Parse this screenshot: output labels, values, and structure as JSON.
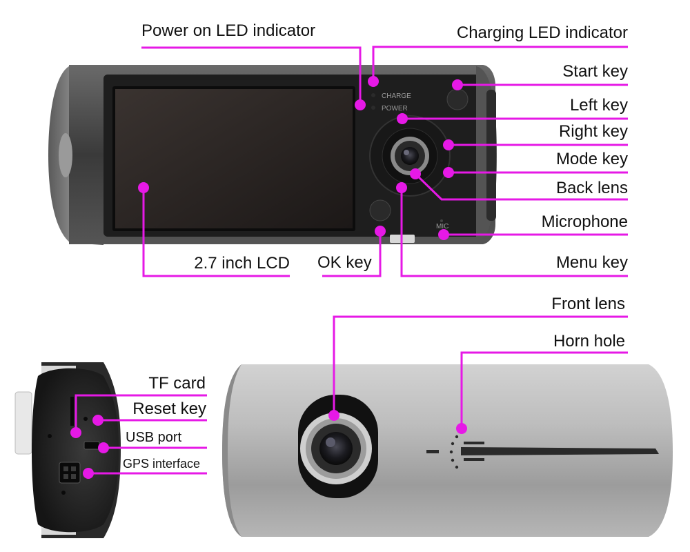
{
  "accent_color": "#e619e6",
  "top_view": {
    "labels": {
      "power_led": "Power on LED indicator",
      "charging_led": "Charging LED indicator",
      "start_key": "Start key",
      "left_key": "Left key",
      "right_key": "Right key",
      "mode_key": "Mode key",
      "back_lens": "Back lens",
      "microphone": "Microphone",
      "lcd": "2.7 inch LCD",
      "ok_key": "OK key",
      "menu_key": "Menu key"
    },
    "printed_text": {
      "charge": "CHARGE",
      "power": "POWER",
      "mic": "MIC"
    }
  },
  "bottom_views": {
    "side_labels": {
      "tf_card": "TF card",
      "reset_key": "Reset key",
      "usb_port": "USB port",
      "gps_interface": "GPS interface"
    },
    "front_labels": {
      "front_lens": "Front lens",
      "horn_hole": "Horn hole"
    }
  }
}
